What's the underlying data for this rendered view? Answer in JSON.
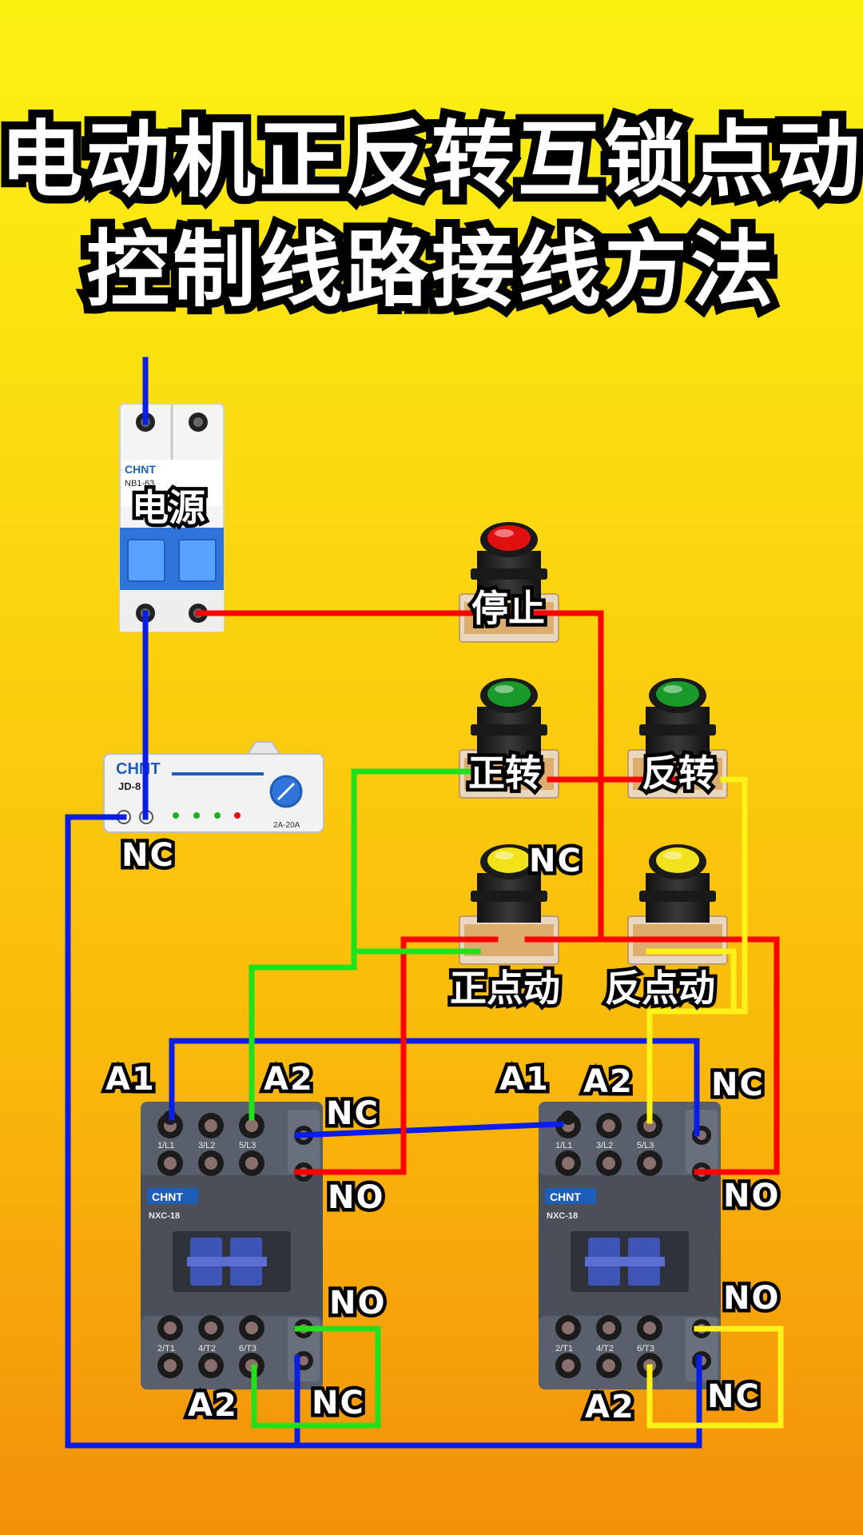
{
  "title": {
    "line1": "电动机正反转互锁点动",
    "line2": "控制线路接线方法"
  },
  "breaker": {
    "brand": "CHNT",
    "model": "NB1-63",
    "label": "电源"
  },
  "relay": {
    "brand": "CHNT",
    "model": "JD-8",
    "range_text": "2A-20A",
    "terminal_label": "NC"
  },
  "buttons": {
    "stop": "停止",
    "forward": "正转",
    "reverse": "反转",
    "forward_jog": "正点动",
    "reverse_jog": "反点动",
    "jog_nc": "NC"
  },
  "contactor_left": {
    "brand": "CHNT",
    "model": "NXC-18",
    "coil_a1": "A1",
    "coil_a2": "A2",
    "aux_nc_top": "NC",
    "aux_no_top": "NO",
    "aux_no_bottom": "NO",
    "aux_nc_bottom": "NC",
    "bottom_a2": "A2",
    "top_terminals": [
      "1/L1",
      "3/L2",
      "5/L3"
    ],
    "bottom_terminals": [
      "2/T1",
      "4/T2",
      "6/T3"
    ]
  },
  "contactor_right": {
    "brand": "CHNT",
    "model": "NXC-18",
    "coil_a1": "A1",
    "coil_a2": "A2",
    "aux_nc_top": "NC",
    "aux_no_top": "NO",
    "aux_no_bottom": "NO",
    "aux_nc_bottom": "NC",
    "bottom_a2": "A2",
    "top_terminals": [
      "1/L1",
      "3/L2",
      "5/L3"
    ],
    "bottom_terminals": [
      "2/T1",
      "4/T2",
      "6/T3"
    ]
  },
  "colors": {
    "background_top": "#fbf212",
    "background_bottom": "#f3900a",
    "wire_red": "#ff0000",
    "wire_blue": "#0a1ee6",
    "wire_green": "#22e01a",
    "wire_yellow": "#fff21a",
    "button_red": "#e01010",
    "button_green": "#1a9a2a",
    "button_yellow": "#f2e21a",
    "contactor_body": "#4a4f5a",
    "brand_blue": "#1e5eb8"
  }
}
